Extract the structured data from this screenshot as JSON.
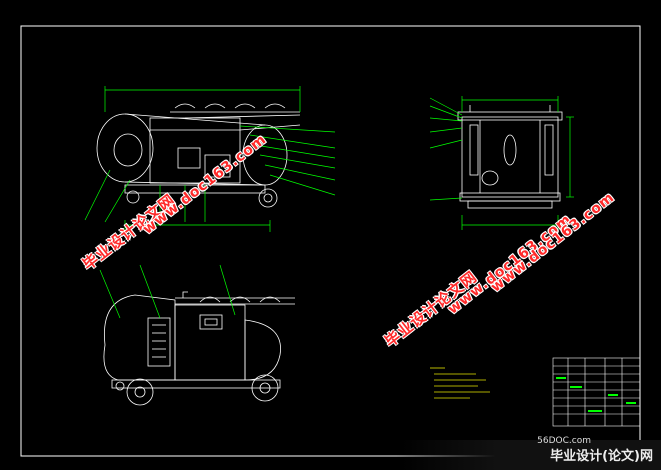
{
  "watermarks": [
    {
      "cn": "毕业设计论文网",
      "url": "www.doc163.com"
    },
    {
      "cn": "毕业设计论文网",
      "url": "www.doc163.com"
    },
    {
      "cn": "毕业设计论文网",
      "url": "www.doc163.com"
    }
  ],
  "footer": {
    "site": "56DOC.com",
    "brand": "毕业设计(论文)网"
  },
  "colors": {
    "background": "#000000",
    "frame": "#ffffff",
    "drawing": "#ffffff",
    "dims": "#00ff00",
    "notes": "#e6e600",
    "watermark": "#ff2a2a"
  }
}
